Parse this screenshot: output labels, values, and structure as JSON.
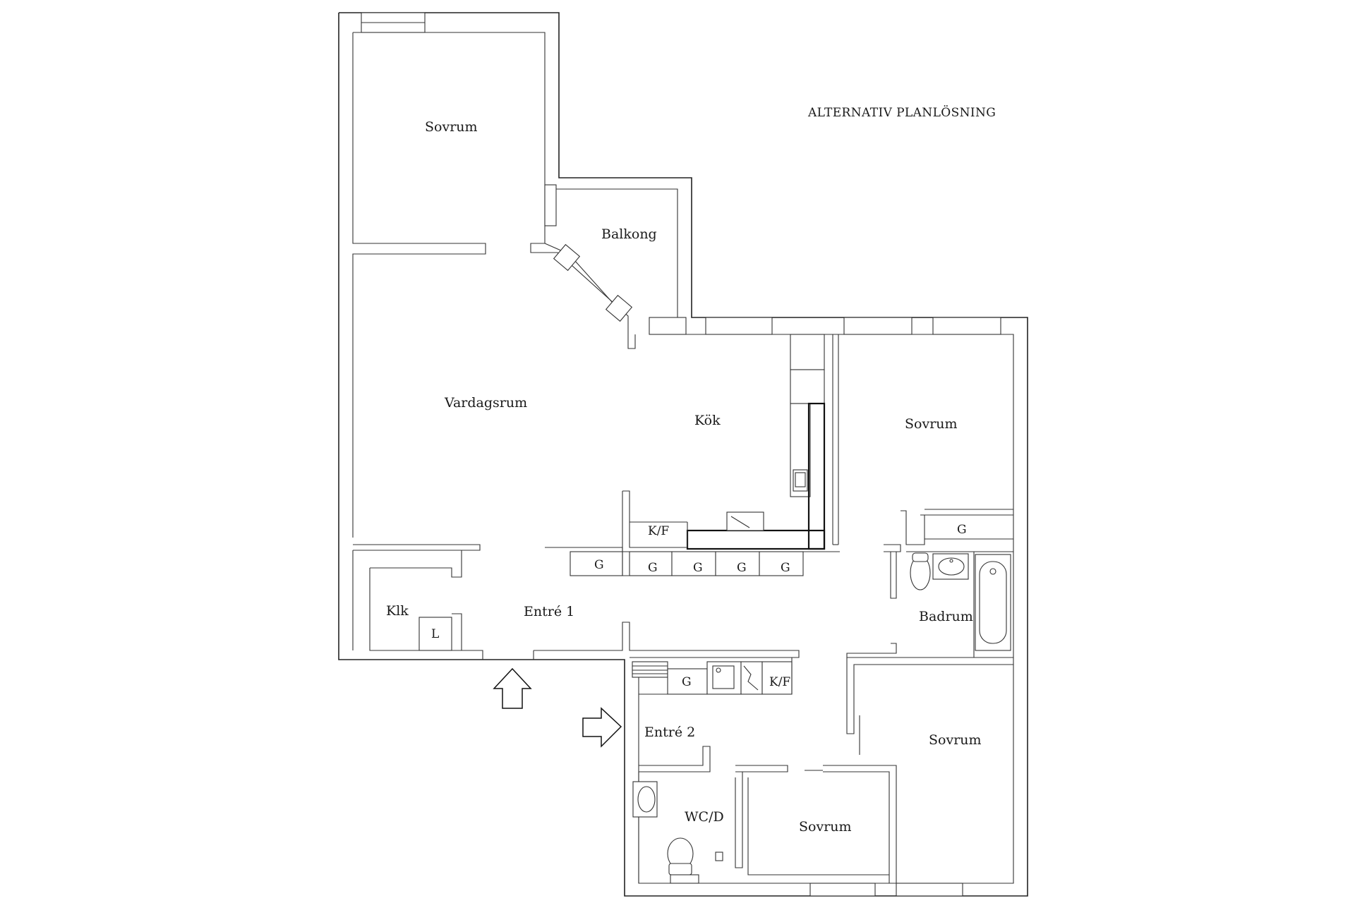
{
  "plan": {
    "title": "ALTERNATIV PLANLÖSNING",
    "rooms": {
      "sovrum_top": "Sovrum",
      "balkong": "Balkong",
      "vardagsrum": "Vardagsrum",
      "kok": "Kök",
      "sovrum_right": "Sovrum",
      "klk": "Klk",
      "entre1": "Entré 1",
      "badrum": "Badrum",
      "entre2": "Entré 2",
      "wcd": "WC/D",
      "sovrum_bottom": "Sovrum",
      "sovrum_bottom_right": "Sovrum"
    },
    "fixtures": {
      "kf_kitchen": "K/F",
      "kf_entre2": "K/F",
      "g1": "G",
      "g2": "G",
      "g3": "G",
      "g4": "G",
      "g5": "G",
      "g_sovrum": "G",
      "g_entre2": "G",
      "l_klk": "L"
    }
  }
}
